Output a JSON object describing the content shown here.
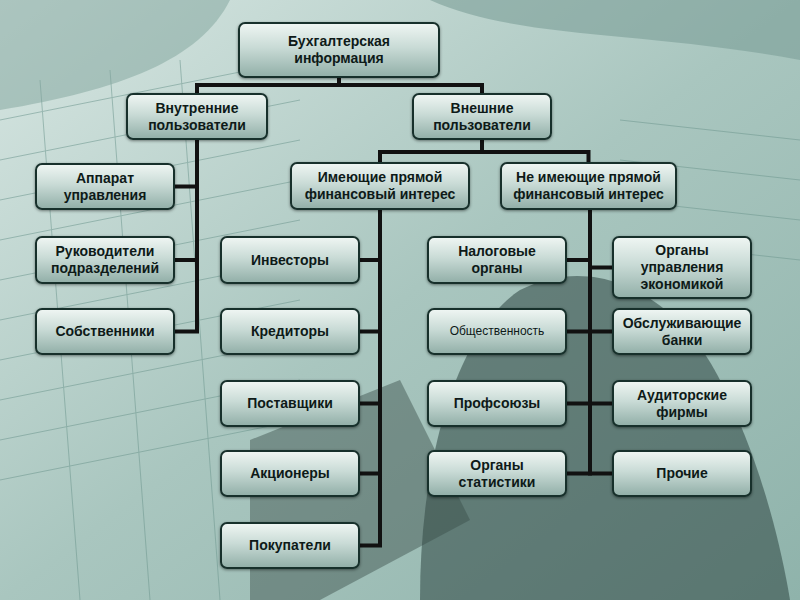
{
  "diagram": {
    "nodes": [
      {
        "text": [
          "Бухгалтерская информация"
        ]
      },
      {
        "text": [
          "Внутренние пользователи"
        ]
      },
      {
        "text": [
          "Внешние пользователи"
        ]
      },
      {
        "text": [
          "Аппарат управления"
        ]
      },
      {
        "text": [
          "Имеющие прямой финансовый интерес"
        ]
      },
      {
        "text": [
          "Не имеющие прямой финансовый интерес"
        ]
      },
      {
        "text": [
          "Руководители подразделений"
        ]
      },
      {
        "text": [
          "Инвесторы"
        ]
      },
      {
        "text": [
          "Налоговые органы"
        ]
      },
      {
        "text": [
          "Органы управления экономикой"
        ]
      },
      {
        "text": [
          "Собственники"
        ]
      },
      {
        "text": [
          "Кредиторы"
        ]
      },
      {
        "text": [
          "Общественность"
        ]
      },
      {
        "text": [
          "Обслуживающие банки"
        ]
      },
      {
        "text": [
          "Поставщики"
        ]
      },
      {
        "text": [
          "Профсоюзы"
        ]
      },
      {
        "text": [
          "Аудиторские фирмы"
        ]
      },
      {
        "text": [
          "Акционеры"
        ]
      },
      {
        "text": [
          "Органы статистики"
        ]
      },
      {
        "text": [
          "Прочие"
        ]
      },
      {
        "text": [
          "Покупатели"
        ]
      }
    ],
    "edges": [
      {
        "from": 0,
        "to": 1,
        "arrow": "none"
      },
      {
        "from": 0,
        "to": 2,
        "arrow": "none"
      },
      {
        "from": 1,
        "to": 3,
        "arrow": "none"
      },
      {
        "from": 1,
        "to": 6,
        "arrow": "none"
      },
      {
        "from": 1,
        "to": 10,
        "arrow": "none"
      },
      {
        "from": 2,
        "to": 4,
        "arrow": "none"
      },
      {
        "from": 2,
        "to": 5,
        "arrow": "none"
      },
      {
        "from": 4,
        "to": 7,
        "arrow": "none"
      },
      {
        "from": 4,
        "to": 11,
        "arrow": "none"
      },
      {
        "from": 4,
        "to": 14,
        "arrow": "none"
      },
      {
        "from": 4,
        "to": 17,
        "arrow": "none"
      },
      {
        "from": 4,
        "to": 20,
        "arrow": "none"
      },
      {
        "from": 5,
        "to": 8,
        "arrow": "none"
      },
      {
        "from": 5,
        "to": 12,
        "arrow": "none"
      },
      {
        "from": 5,
        "to": 15,
        "arrow": "none"
      },
      {
        "from": 5,
        "to": 18,
        "arrow": "none"
      },
      {
        "from": 5,
        "to": 9,
        "arrow": "none"
      },
      {
        "from": 5,
        "to": 13,
        "arrow": "none"
      },
      {
        "from": 5,
        "to": 16,
        "arrow": "none"
      },
      {
        "from": 5,
        "to": 19,
        "arrow": "none"
      }
    ]
  }
}
